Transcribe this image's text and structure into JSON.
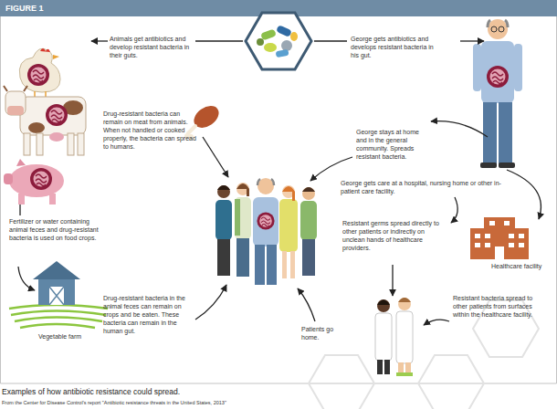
{
  "diagram": {
    "title": "FIGURE 1",
    "caption": "Examples of how antibiotic resistance could spread.",
    "labels": [
      "Animals get antibiotics and develop resistant bacteria in their guts.",
      "George gets antibiotics and develops resistant bacteria in his gut.",
      "Drug-resistant bacteria can remain on meat from animals. When not handled or cooked properly, the bacteria can spread to humans.",
      "George stays at home and in the general community. Spreads resistant bacteria.",
      "George gets care at a hospital, nursing home or other in-patient care facility.",
      "Fertilizer or water containing animal feces and drug-resistant bacteria is used on food crops.",
      "Resistant germs spread directly to other patients or indirectly on unclean hands of healthcare providers.",
      "Healthcare facility",
      "Drug-resistant bacteria in the animal feces can remain on crops and be eaten. These bacteria can remain in the human gut.",
      "Vegetable farm",
      "Patients go home.",
      "Resistant bacteria spread to other patients from surfaces within the healthcare facility.",
      "From the Center for Disease Control's report \"Antibiotic resistance threats in the United States, 2013\""
    ]
  }
}
